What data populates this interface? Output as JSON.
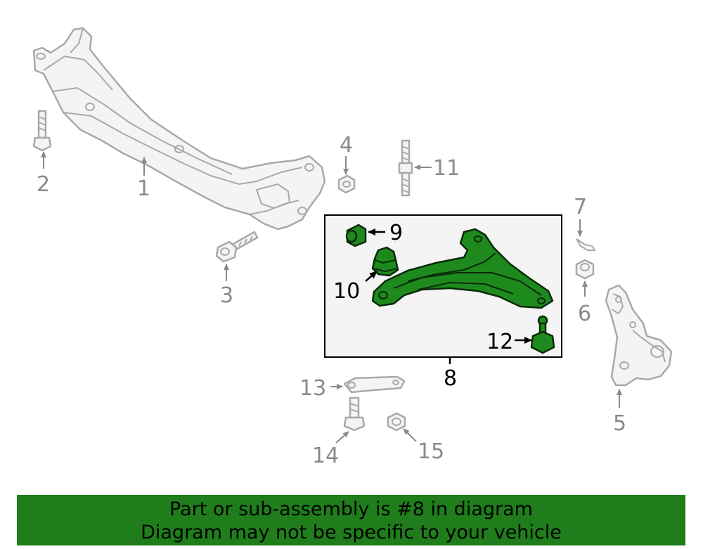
{
  "callouts": {
    "c1": "1",
    "c2": "2",
    "c3": "3",
    "c4": "4",
    "c5": "5",
    "c6": "6",
    "c7": "7",
    "c8": "8",
    "c9": "9",
    "c10": "10",
    "c11": "11",
    "c12": "12",
    "c13": "13",
    "c14": "14",
    "c15": "15"
  },
  "banner": {
    "line1": "Part or sub-assembly is #8 in diagram",
    "line2": "Diagram may not be specific to your vehicle"
  },
  "colors": {
    "highlight_green": "#1e8a1e",
    "banner_green": "#1f7e1b",
    "part_outline_grey": "#a9a9a9",
    "callout_grey": "#8a8a8a"
  }
}
